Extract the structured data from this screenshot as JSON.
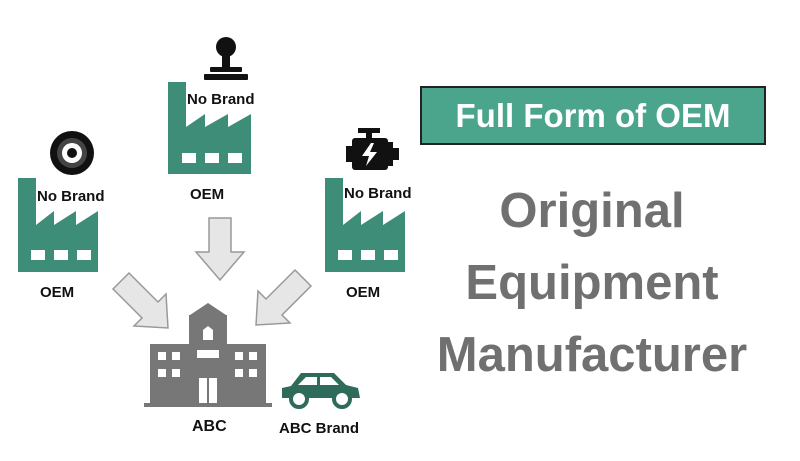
{
  "title": "Full Form of OEM",
  "full_form": [
    "Original",
    "Equipment",
    "Manufacturer"
  ],
  "suppliers": [
    {
      "component": "tyre",
      "brand_label": "No Brand",
      "role_label": "OEM"
    },
    {
      "component": "gear-stick",
      "brand_label": "No Brand",
      "role_label": "OEM"
    },
    {
      "component": "engine",
      "brand_label": "No Brand",
      "role_label": "OEM"
    }
  ],
  "buyer": {
    "name": "ABC",
    "product_label": "ABC Brand"
  },
  "colors": {
    "factory": "#3d8d78",
    "title_bg": "#4aa58c",
    "building": "#777777",
    "arrow_fill": "#e6e6e6",
    "arrow_stroke": "#999999",
    "car": "#2f6b5a"
  }
}
